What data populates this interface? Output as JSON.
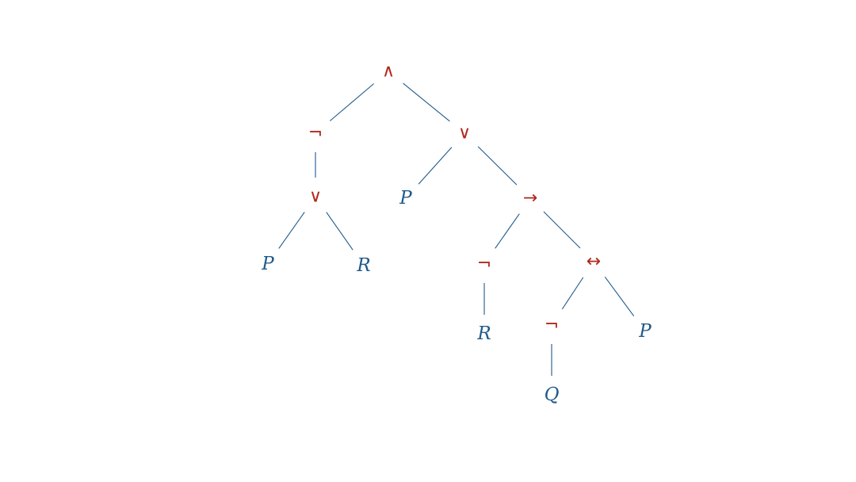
{
  "colors": {
    "operator": "#b0291b",
    "variable": "#1f5a8a",
    "edge": "#1f5a8a",
    "background": "#ffffff"
  },
  "tree": {
    "nodes": [
      {
        "id": "and-root",
        "label": "∧",
        "kind": "operator"
      },
      {
        "id": "not-left",
        "label": "¬",
        "kind": "operator"
      },
      {
        "id": "or-right",
        "label": "∨",
        "kind": "operator"
      },
      {
        "id": "or-left",
        "label": "∨",
        "kind": "operator"
      },
      {
        "id": "p-1",
        "label": "P",
        "kind": "variable"
      },
      {
        "id": "implies",
        "label": "→",
        "kind": "operator"
      },
      {
        "id": "p-2",
        "label": "P",
        "kind": "variable"
      },
      {
        "id": "r-1",
        "label": "R",
        "kind": "variable"
      },
      {
        "id": "not-mid",
        "label": "¬",
        "kind": "operator"
      },
      {
        "id": "iff",
        "label": "↔",
        "kind": "operator"
      },
      {
        "id": "r-2",
        "label": "R",
        "kind": "variable"
      },
      {
        "id": "not-low",
        "label": "¬",
        "kind": "operator"
      },
      {
        "id": "p-3",
        "label": "P",
        "kind": "variable"
      },
      {
        "id": "q-1",
        "label": "Q",
        "kind": "variable"
      }
    ],
    "edges": [
      [
        "and-root",
        "not-left"
      ],
      [
        "and-root",
        "or-right"
      ],
      [
        "not-left",
        "or-left"
      ],
      [
        "or-right",
        "p-1"
      ],
      [
        "or-right",
        "implies"
      ],
      [
        "or-left",
        "p-2"
      ],
      [
        "or-left",
        "r-1"
      ],
      [
        "implies",
        "not-mid"
      ],
      [
        "implies",
        "iff"
      ],
      [
        "not-mid",
        "r-2"
      ],
      [
        "iff",
        "not-low"
      ],
      [
        "iff",
        "p-3"
      ],
      [
        "not-low",
        "q-1"
      ]
    ]
  }
}
